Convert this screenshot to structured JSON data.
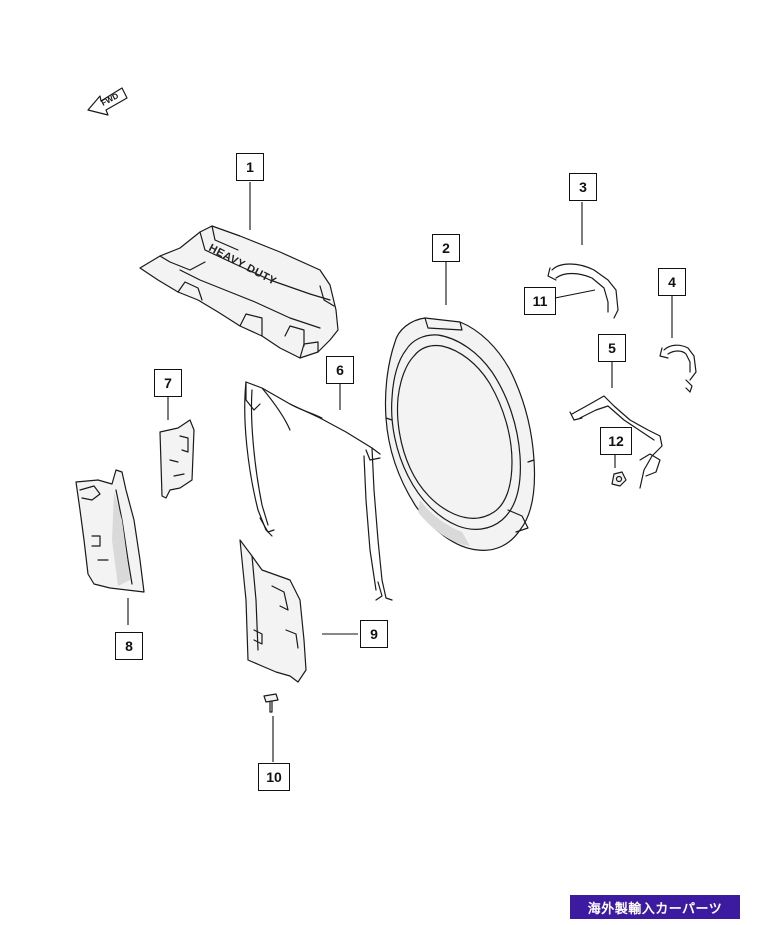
{
  "diagram": {
    "fwd_arrow_text": "FWD",
    "shroud_imprint": "HEAVY DUTY",
    "callouts": [
      "1",
      "2",
      "3",
      "4",
      "5",
      "6",
      "7",
      "8",
      "9",
      "10",
      "11",
      "12"
    ]
  },
  "banner": {
    "text": "海外製輸入カーパーツ",
    "color": "#3d1ba0"
  }
}
